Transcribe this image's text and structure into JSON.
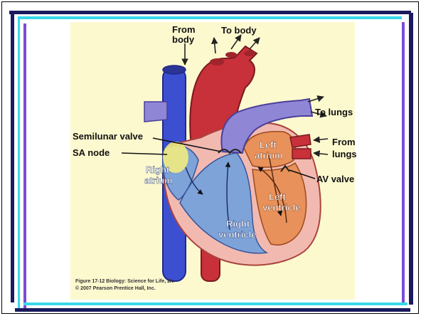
{
  "colors": {
    "panel_bg": "#fdf9cf",
    "vein_blue": "#3d4fd1",
    "artery_red": "#c8303a",
    "pulmonary_purple": "#8f86d6",
    "right_chamber": "#7ea3d8",
    "left_chamber": "#e8915a",
    "pericardium": "#f2b9b1",
    "sa_node_yellow": "#f7f07a",
    "frame_navy": "#1a1a5e",
    "frame_cyan": "#38d8e8",
    "frame_violet": "#7a4cd6"
  },
  "labels": {
    "from_body_line1": "From",
    "from_body_line2": "body",
    "to_body": "To body",
    "to_lungs": "To lungs",
    "from_lungs_line1": "From",
    "from_lungs_line2": "lungs",
    "semilunar_valve": "Semilunar valve",
    "sa_node": "SA node",
    "av_valve": "AV valve",
    "right_atrium_line1": "Right",
    "right_atrium_line2": "atrium",
    "left_atrium_line1": "Left",
    "left_atrium_line2": "atrium",
    "left_ventricle_line1": "Left",
    "left_ventricle_line2": "ventricle",
    "right_ventricle_line1": "Right",
    "right_ventricle_line2": "ventricle"
  },
  "caption": {
    "line1": "Figure 17-12 Biology: Science for Life, 2/e",
    "line2": "© 2007 Pearson Prentice Hall, Inc."
  }
}
